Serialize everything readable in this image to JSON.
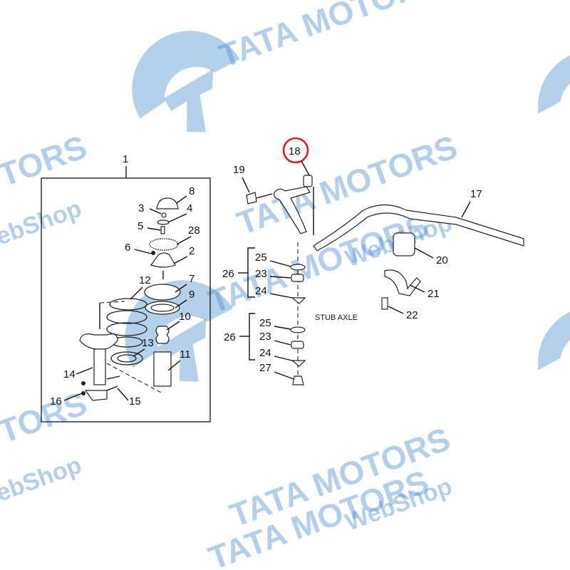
{
  "watermark": {
    "brand": "TATA MOTORS",
    "sub": "WebShop",
    "color": "#4f8fd0"
  },
  "highlight_color": "#d42020",
  "assembly_label": "1",
  "stub_axle_label": "STUB AXLE",
  "callouts": {
    "c2": "2",
    "c3": "3",
    "c4": "4",
    "c5": "5",
    "c6": "6",
    "c7": "7",
    "c8": "8",
    "c9": "9",
    "c10": "10",
    "c11": "11",
    "c12": "12",
    "c13": "13",
    "c14": "14",
    "c15": "15",
    "c16": "16",
    "c17": "17",
    "c18": "18",
    "c19": "19",
    "c20": "20",
    "c21": "21",
    "c22": "22",
    "c23a": "23",
    "c23b": "23",
    "c24a": "24",
    "c24b": "24",
    "c25a": "25",
    "c25b": "25",
    "c26a": "26",
    "c26b": "26",
    "c27": "27",
    "c28": "28"
  },
  "selected_part": "18"
}
